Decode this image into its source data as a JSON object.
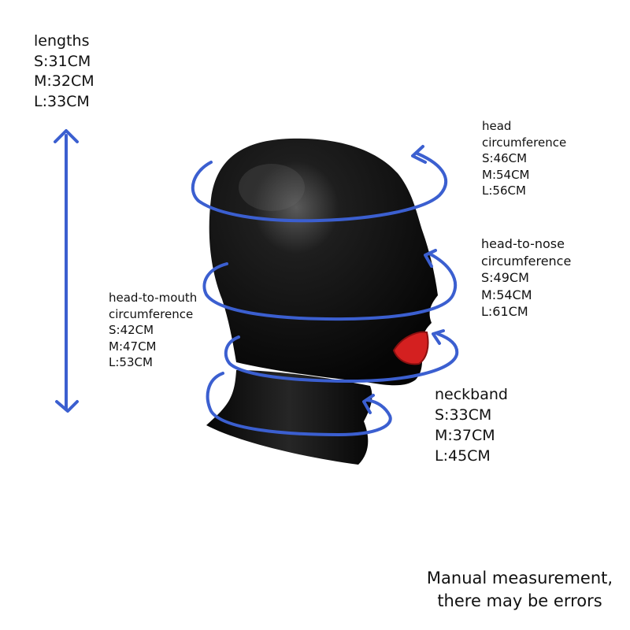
{
  "lengths": {
    "title": "lengths",
    "s": "S:31CM",
    "m": "M:32CM",
    "l": "L:33CM"
  },
  "head_circumference": {
    "title_line1": "head",
    "title_line2": "circumference",
    "s": "S:46CM",
    "m": "M:54CM",
    "l": "L:56CM"
  },
  "head_to_nose": {
    "title_line1": "head-to-nose",
    "title_line2": "circumference",
    "s": "S:49CM",
    "m": "M:54CM",
    "l": "L:61CM"
  },
  "head_to_mouth": {
    "title_line1": "head-to-mouth",
    "title_line2": "circumference",
    "s": "S:42CM",
    "m": "M:47CM",
    "l": "L:53CM"
  },
  "neckband": {
    "title": "neckband",
    "s": "S:33CM",
    "m": "M:37CM",
    "l": "L:45CM"
  },
  "note": {
    "line1": "Manual measurement,",
    "line2": "there may be errors"
  },
  "colors": {
    "arrow": "#3b5fd0",
    "hood": "#0b0b0b",
    "mouth": "#d42020",
    "background": "#ffffff"
  }
}
